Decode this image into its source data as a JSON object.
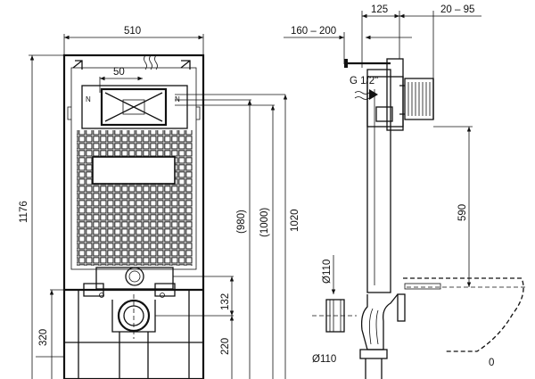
{
  "labels": {
    "width_510": "510",
    "width_50": "50",
    "height_1176": "1176",
    "height_320": "320",
    "height_980": "(980)",
    "height_1000": "(1000)",
    "height_1020": "1020",
    "height_132": "132",
    "height_220": "220",
    "depth_125": "125",
    "depth_20_95": "20 – 95",
    "depth_160_200": "160 – 200",
    "thread_g12": "G 1/2\"",
    "dia_110_top": "Ø110",
    "dia_110_bottom": "Ø110",
    "height_590": "590",
    "zero": "0"
  }
}
